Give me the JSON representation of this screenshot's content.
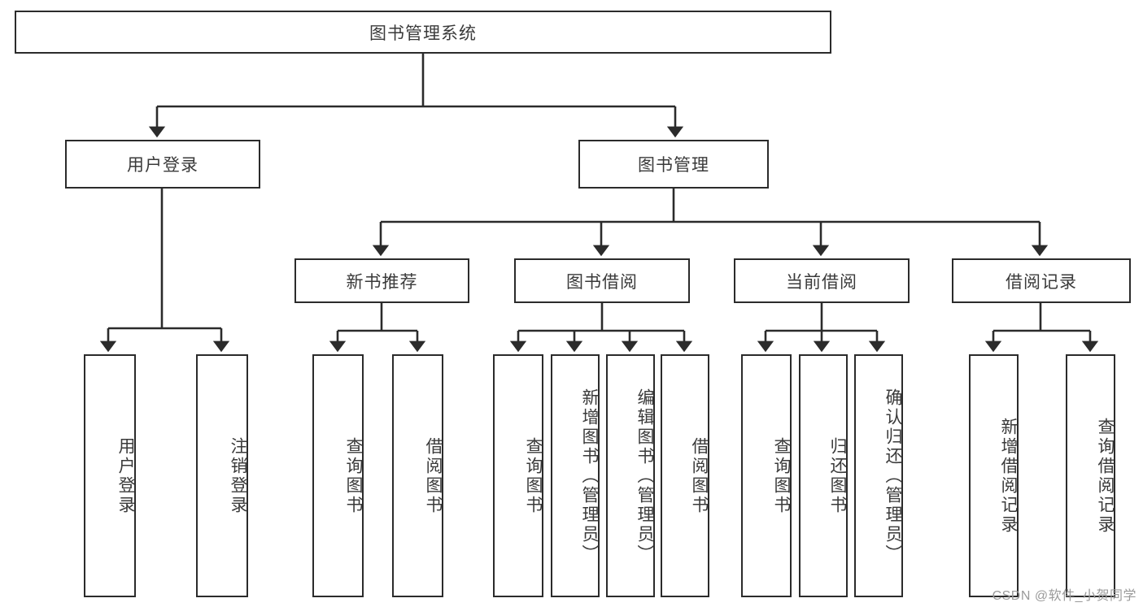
{
  "diagram": {
    "title": "图书管理系统",
    "type": "tree-hierarchy",
    "colors": {
      "box_border": "#2b2b2b",
      "box_fill": "#ffffff",
      "edge": "#2b2b2b",
      "text": "#3a3a3a",
      "background": "#ffffff",
      "watermark": "#9a9a9a"
    },
    "root": {
      "label": "图书管理系统"
    },
    "level1": [
      {
        "label": "用户登录"
      },
      {
        "label": "图书管理"
      }
    ],
    "level2": [
      {
        "label": "新书推荐"
      },
      {
        "label": "图书借阅"
      },
      {
        "label": "当前借阅"
      },
      {
        "label": "借阅记录"
      }
    ],
    "leaves": {
      "user_login": [
        {
          "label": "用户登录"
        },
        {
          "label": "注销登录"
        }
      ],
      "new_book_recommend": [
        {
          "label": "查询图书"
        },
        {
          "label": "借阅图书"
        }
      ],
      "book_borrow": [
        {
          "label": "查询图书"
        },
        {
          "label": "新增图书（管理员）"
        },
        {
          "label": "编辑图书（管理员）"
        },
        {
          "label": "借阅图书"
        }
      ],
      "current_borrow": [
        {
          "label": "查询图书"
        },
        {
          "label": "归还图书"
        },
        {
          "label": "确认归还（管理员）"
        }
      ],
      "borrow_record": [
        {
          "label": "新增借阅记录"
        },
        {
          "label": "查询借阅记录"
        }
      ]
    }
  },
  "watermark": {
    "text": "CSDN @软件_小贺同学"
  }
}
